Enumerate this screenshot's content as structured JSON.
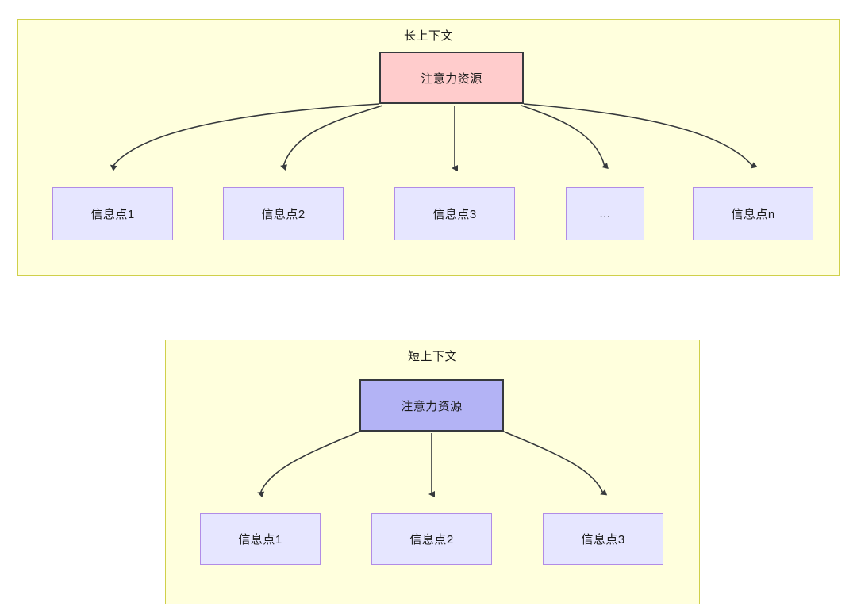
{
  "diagram": {
    "title_absent": true,
    "background": "#ffffff",
    "palette": {
      "group_fill": "#ffffdd",
      "group_border": "#d0d04a",
      "root_pink_fill": "#ffcccc",
      "root_blue_fill": "#b3b3f5",
      "leaf_fill": "#e6e6ff",
      "leaf_border": "#b18ce6",
      "edge_stroke": "#36393d",
      "text_color": "#1a1a1a"
    },
    "groups": [
      {
        "id": "long-context",
        "title": "长上下文",
        "root": {
          "label": "注意力资源",
          "style": "pink"
        },
        "leaves": [
          {
            "label": "信息点1"
          },
          {
            "label": "信息点2"
          },
          {
            "label": "信息点3"
          },
          {
            "label": "..."
          },
          {
            "label": "信息点n"
          }
        ]
      },
      {
        "id": "short-context",
        "title": "短上下文",
        "root": {
          "label": "注意力资源",
          "style": "blue"
        },
        "leaves": [
          {
            "label": "信息点1"
          },
          {
            "label": "信息点2"
          },
          {
            "label": "信息点3"
          }
        ]
      }
    ]
  }
}
